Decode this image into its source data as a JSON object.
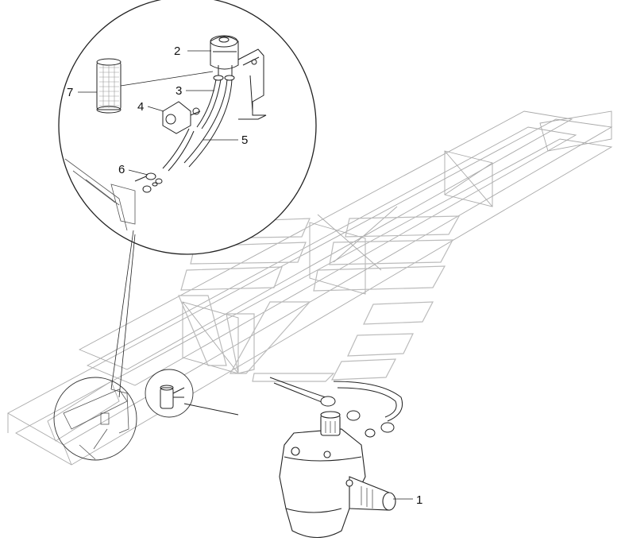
{
  "callouts": {
    "c1": "1",
    "c2": "2",
    "c3": "3",
    "c4": "4",
    "c5": "5",
    "c6": "6",
    "c7": "7"
  },
  "colors": {
    "ink": "#222222",
    "paper": "#ffffff",
    "ghost": "#bbbbbb"
  }
}
